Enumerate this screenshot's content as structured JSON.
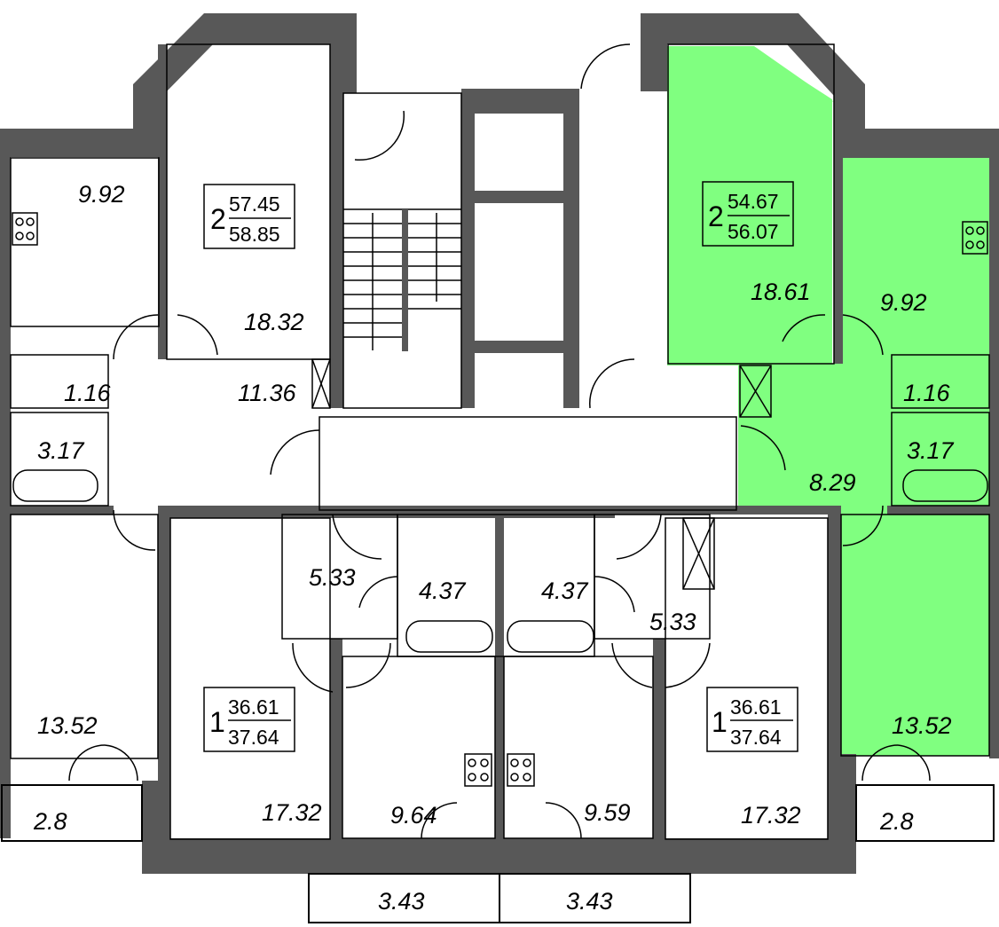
{
  "apartments": [
    {
      "rooms": "2",
      "area_top": "57.45",
      "area_bottom": "58.85",
      "highlighted": false
    },
    {
      "rooms": "2",
      "area_top": "54.67",
      "area_bottom": "56.07",
      "highlighted": true
    },
    {
      "rooms": "1",
      "area_top": "36.61",
      "area_bottom": "37.64",
      "highlighted": false
    },
    {
      "rooms": "1",
      "area_top": "36.61",
      "area_bottom": "37.64",
      "highlighted": false
    }
  ],
  "rooms": {
    "left_kitchen": "9.92",
    "left_living": "18.32",
    "left_hall": "11.36",
    "left_wc": "1.16",
    "left_bath": "3.17",
    "left_bedroom": "13.52",
    "left_balcony": "2.8",
    "right_kitchen": "9.92",
    "right_living": "18.61",
    "right_hall": "8.29",
    "right_wc": "1.16",
    "right_bath": "3.17",
    "right_bedroom": "13.52",
    "right_balcony": "2.8",
    "mid_left_hall": "5.33",
    "mid_left_bath": "4.37",
    "mid_right_bath": "4.37",
    "mid_right_hall": "5.33",
    "mid_left_living": "17.32",
    "mid_left_kitchen": "9.64",
    "mid_right_kitchen": "9.59",
    "mid_right_living": "17.32",
    "balcony_left": "3.43",
    "balcony_right": "3.43"
  },
  "colors": {
    "highlight": "#80ff80",
    "wall": "#585858"
  }
}
